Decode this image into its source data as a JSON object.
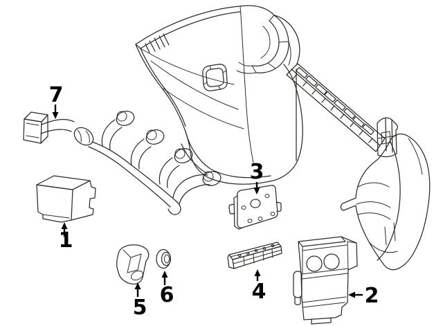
{
  "diagram": {
    "colors": {
      "background": "#ffffff",
      "line": "#2d2a26",
      "label": "#000000"
    },
    "callouts": [
      {
        "text": "1"
      },
      {
        "text": "2"
      },
      {
        "text": "3"
      },
      {
        "text": "4"
      },
      {
        "text": "5"
      },
      {
        "text": "6"
      },
      {
        "text": "7"
      }
    ]
  }
}
